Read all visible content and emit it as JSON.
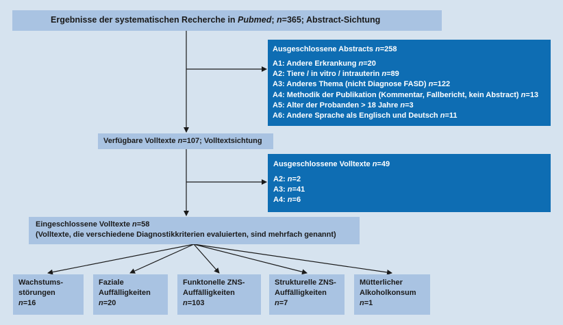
{
  "top": {
    "prefix": "Ergebnisse der systematischen Recherche in ",
    "db": "Pubmed",
    "sep1": "; ",
    "n": "n",
    "value": "=365; Abstract-Sichtung"
  },
  "excluded_abstracts": {
    "head_label": "Ausgeschlossene Abstracts ",
    "head_value": "=258",
    "items": [
      {
        "label": "A1: Andere Erkrankung ",
        "value": "=20"
      },
      {
        "label": "A2: Tiere / in vitro / intrauterin ",
        "value": "=89"
      },
      {
        "label": "A3: Anderes Thema (nicht Diagnose FASD) ",
        "value": "=122"
      },
      {
        "label": "A4: Methodik der Publikation (Kommentar, Fallbericht, kein Abstract) ",
        "value": "=13"
      },
      {
        "label": "A5: Alter der Probanden > 18 Jahre ",
        "value": "=3"
      },
      {
        "label": "A6: Andere Sprache als Englisch und Deutsch ",
        "value": "=11"
      }
    ]
  },
  "available": {
    "label": "Verfügbare Volltexte ",
    "value": "=107; Volltextsichtung"
  },
  "excluded_fulltexts": {
    "head_label": "Ausgeschlossene Volltexte ",
    "head_value": "=49",
    "items": [
      {
        "label": "A2: ",
        "value": "=2"
      },
      {
        "label": "A3: ",
        "value": "=41"
      },
      {
        "label": "A4: ",
        "value": "=6"
      }
    ]
  },
  "included": {
    "label": "Eingeschlossene Volltexte ",
    "value": "=58",
    "note": "(Volltexte, die verschiedene Diagnostikkriterien evaluierten, sind mehrfach genannt)"
  },
  "categories": [
    {
      "line1": "Wachstums-",
      "line2": "störungen",
      "value": "=16"
    },
    {
      "line1": "Faziale",
      "line2": "Auffälligkeiten",
      "value": "=20"
    },
    {
      "line1": "Funktonelle ZNS-",
      "line2": "Auffälligkeiten",
      "value": "=103"
    },
    {
      "line1": "Strukturelle ZNS-",
      "line2": "Auffälligkeiten",
      "value": "=7"
    },
    {
      "line1": "Mütterlicher",
      "line2": "Alkoholkonsum",
      "value": "=1"
    }
  ],
  "n_symbol": "n",
  "colors": {
    "background": "#d6e3ef",
    "light_box": "#a9c3e2",
    "dark_box": "#0e6db3",
    "line": "#1a1a1a"
  }
}
